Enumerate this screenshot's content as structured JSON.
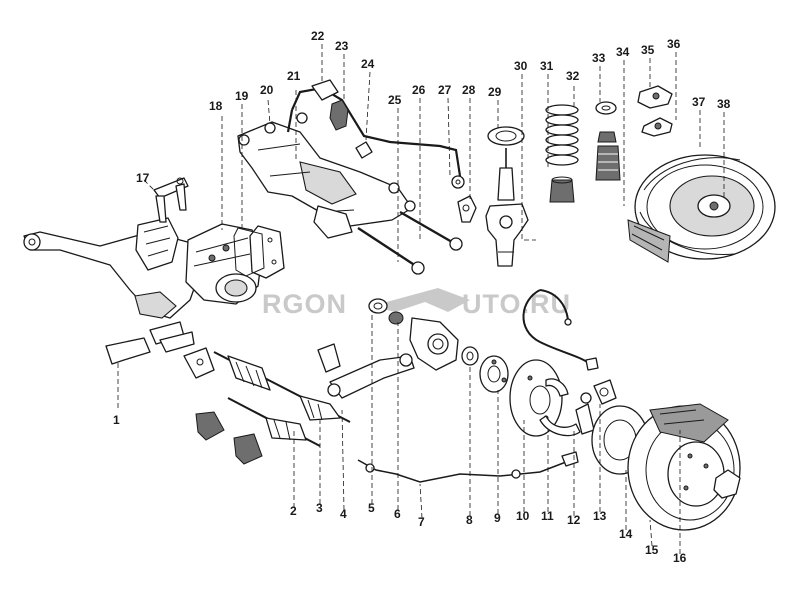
{
  "watermark": {
    "left": "RGON",
    "right": "UTO.RU"
  },
  "colors": {
    "line": "#1a1a1a",
    "watermark": "#c9c9c9",
    "background": "#ffffff"
  },
  "callouts": [
    {
      "id": "1",
      "text": "1"
    },
    {
      "id": "2",
      "text": "2"
    },
    {
      "id": "3",
      "text": "3"
    },
    {
      "id": "4",
      "text": "4"
    },
    {
      "id": "5",
      "text": "5"
    },
    {
      "id": "6",
      "text": "6"
    },
    {
      "id": "7",
      "text": "7"
    },
    {
      "id": "8",
      "text": "8"
    },
    {
      "id": "9",
      "text": "9"
    },
    {
      "id": "10",
      "text": "10"
    },
    {
      "id": "11",
      "text": "11"
    },
    {
      "id": "12",
      "text": "12"
    },
    {
      "id": "13",
      "text": "13"
    },
    {
      "id": "14",
      "text": "14"
    },
    {
      "id": "15",
      "text": "15"
    },
    {
      "id": "16",
      "text": "16"
    },
    {
      "id": "17",
      "text": "17"
    },
    {
      "id": "18",
      "text": "18"
    },
    {
      "id": "19",
      "text": "19"
    },
    {
      "id": "20",
      "text": "20"
    },
    {
      "id": "21",
      "text": "21"
    },
    {
      "id": "22",
      "text": "22"
    },
    {
      "id": "23",
      "text": "23"
    },
    {
      "id": "24",
      "text": "24"
    },
    {
      "id": "25",
      "text": "25"
    },
    {
      "id": "26",
      "text": "26"
    },
    {
      "id": "27",
      "text": "27"
    },
    {
      "id": "28",
      "text": "28"
    },
    {
      "id": "29",
      "text": "29"
    },
    {
      "id": "30",
      "text": "30"
    },
    {
      "id": "31",
      "text": "31"
    },
    {
      "id": "32",
      "text": "32"
    },
    {
      "id": "33",
      "text": "33"
    },
    {
      "id": "34",
      "text": "34"
    },
    {
      "id": "35",
      "text": "35"
    },
    {
      "id": "36",
      "text": "36"
    },
    {
      "id": "37",
      "text": "37"
    },
    {
      "id": "38",
      "text": "38"
    }
  ]
}
